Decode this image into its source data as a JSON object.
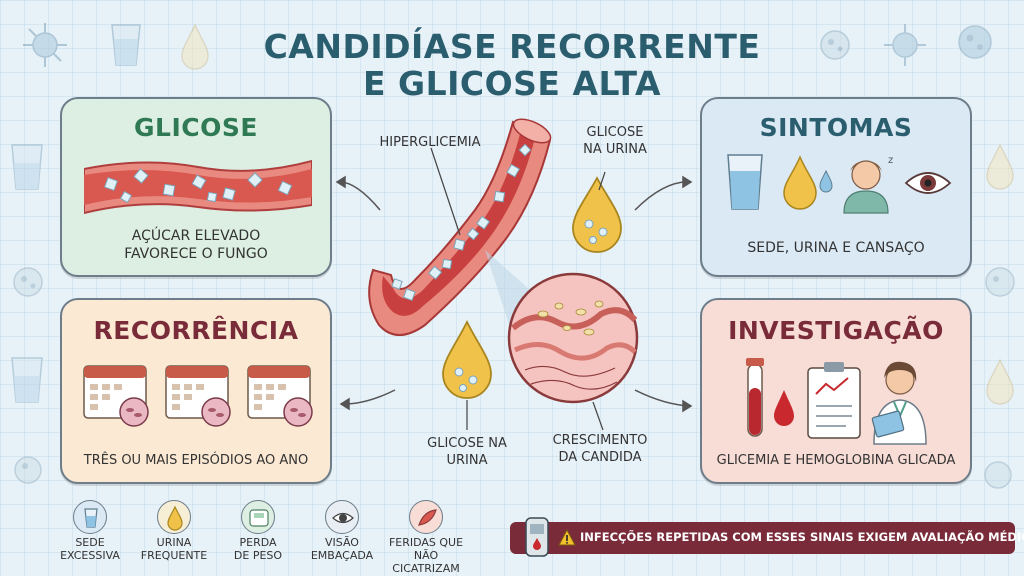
{
  "title": {
    "line1": "CANDIDÍASE RECORRENTE",
    "line2": "E GLICOSE ALTA"
  },
  "panels": {
    "glicose": {
      "title": "GLICOSE",
      "line1": "AÇÚCAR ELEVADO",
      "line2": "FAVORECE O FUNGO",
      "color": "#dcefe2",
      "title_color": "#2f7a55"
    },
    "sintomas": {
      "title": "SINTOMAS",
      "text": "SEDE, URINA E CANSAÇO",
      "color": "#dbe9f5",
      "title_color": "#2a5d6e"
    },
    "recorrencia": {
      "title": "RECORRÊNCIA",
      "text": "TRÊS OU MAIS EPISÓDIOS AO ANO",
      "color": "#fbe9d4",
      "title_color": "#7a2b3a"
    },
    "investigacao": {
      "title": "INVESTIGAÇÃO",
      "text": "GLICEMIA E HEMOGLOBINA GLICADA",
      "color": "#f8dcd6",
      "title_color": "#7a2b3a"
    }
  },
  "center": {
    "hiperglicemia": "HIPERGLICEMIA",
    "glicose_urina_top_1": "GLICOSE",
    "glicose_urina_top_2": "NA URINA",
    "glicose_urina_bottom_1": "GLICOSE NA",
    "glicose_urina_bottom_2": "URINA",
    "crescimento_1": "CRESCIMENTO",
    "crescimento_2": "DA CANDIDA"
  },
  "bottom_icons": [
    {
      "line1": "SEDE",
      "line2": "EXCESSIVA",
      "color": "#dbe9f5"
    },
    {
      "line1": "URINA",
      "line2": "FREQUENTE",
      "color": "#f6efd6"
    },
    {
      "line1": "PERDA",
      "line2": "DE PESO",
      "color": "#dcefe2"
    },
    {
      "line1": "VISÃO",
      "line2": "EMBAÇADA",
      "color": "#e8eef3"
    },
    {
      "line1": "FERIDAS QUE",
      "line2": "NÃO CICATRIZAM",
      "color": "#f8dcd6"
    }
  ],
  "warning": {
    "text": "INFECÇÕES REPETIDAS COM ESSES SINAIS EXIGEM AVALIAÇÃO MÉDICA",
    "icon": "warning-icon"
  },
  "colors": {
    "vessel": "#c84a4a",
    "vessel_light": "#e98a80",
    "drop": "#f0c24a",
    "accent": "#7a2b3a"
  }
}
